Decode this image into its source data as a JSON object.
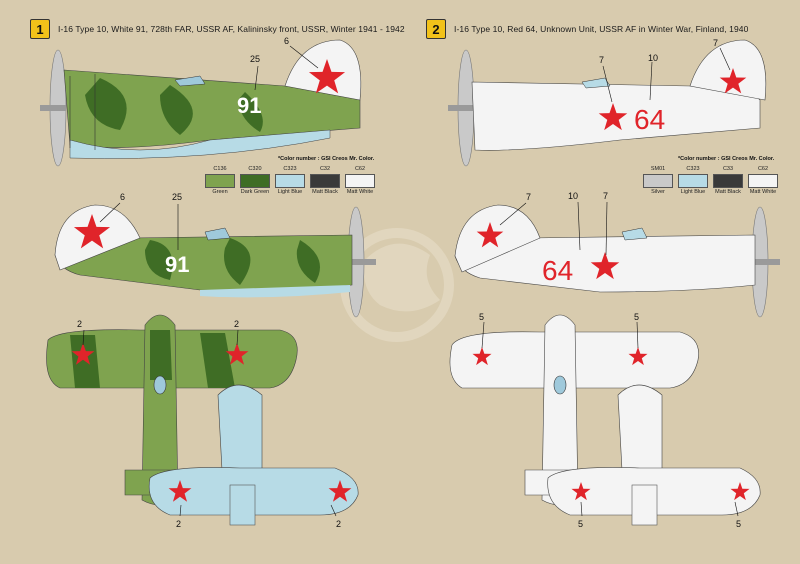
{
  "scheme1": {
    "number": "1",
    "title": "I-16 Type 10, White 91, 728th FAR, USSR AF, Kalininsky front, USSR, Winter 1941 - 1942",
    "color_note": "*Color number : GSI Creos Mr. Color.",
    "swatches": [
      {
        "code": "C136",
        "name": "Green",
        "color": "#7fa34f"
      },
      {
        "code": "C320",
        "name": "Dark Green",
        "color": "#3f6d25"
      },
      {
        "code": "C323",
        "name": "Light Blue",
        "color": "#b7dbe6"
      },
      {
        "code": "C32",
        "name": "Matt Black",
        "color": "#3a3a3a"
      },
      {
        "code": "C62",
        "name": "Matt White",
        "color": "#f4f4f4"
      }
    ],
    "side_number": "91",
    "callouts": {
      "a": "25",
      "b": "6",
      "c": "6",
      "d": "25",
      "e": "2",
      "f": "2",
      "g": "2",
      "h": "2"
    }
  },
  "scheme2": {
    "number": "2",
    "title": "I-16 Type 10, Red 64, Unknown Unit, USSR AF in Winter War, Finland, 1940",
    "color_note": "*Color number : GSI Creos Mr. Color.",
    "swatches": [
      {
        "code": "SM01",
        "name": "Silver",
        "color": "#c9c9c9"
      },
      {
        "code": "C323",
        "name": "Light Blue",
        "color": "#b7dbe6"
      },
      {
        "code": "C33",
        "name": "Matt Black",
        "color": "#3a3a3a"
      },
      {
        "code": "C62",
        "name": "Matt White",
        "color": "#f4f4f4"
      }
    ],
    "side_number": "64",
    "callouts": {
      "a": "7",
      "b": "10",
      "c": "7",
      "d": "7",
      "e": "10",
      "f": "7",
      "g": "5",
      "h": "5",
      "i": "5",
      "j": "5"
    }
  },
  "colors": {
    "background": "#d8cbae",
    "star_red": "#e0242a",
    "green": "#7fa34f",
    "dark_green": "#3f6d25",
    "light_blue": "#b7dbe6",
    "white": "#f4f4f4"
  }
}
